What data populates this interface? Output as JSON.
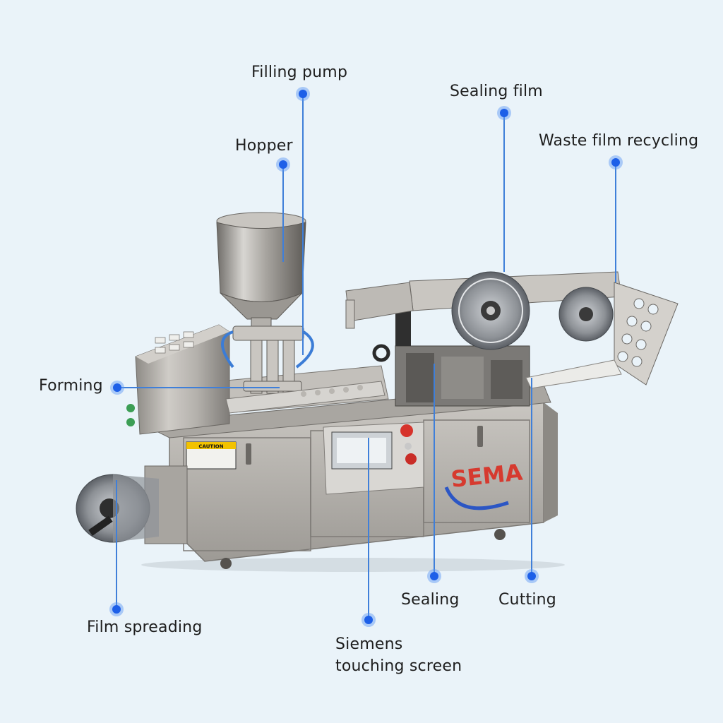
{
  "labels": {
    "filling_pump": "Filling pump",
    "hopper": "Hopper",
    "sealing_film": "Sealing film",
    "waste_film_recycling": "Waste film recycling",
    "forming": "Forming",
    "film_spreading": "Film spreading",
    "sealing": "Sealing",
    "cutting": "Cutting",
    "siemens_line1": "Siemens",
    "siemens_line2": "touching screen"
  },
  "machine": {
    "caution_label": "CAUTION",
    "brand_logo": "SEMA"
  },
  "colors": {
    "background": "#eaf3f9",
    "callout_blue": "#1d5fe8",
    "steel": "#b9b6b1"
  }
}
